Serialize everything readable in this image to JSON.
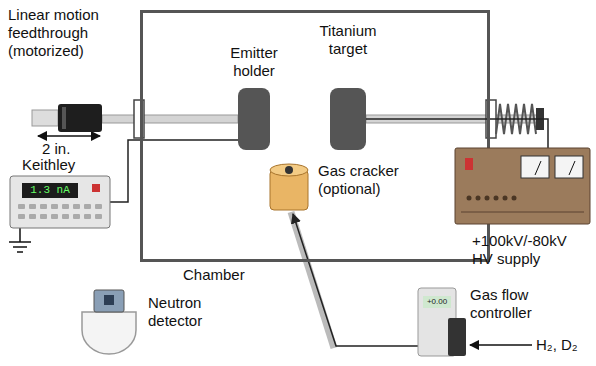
{
  "diagram": {
    "nodes": [
      {
        "text": [
          "Chamber"
        ]
      },
      {
        "text": [
          "Emitter holder"
        ],
        "in": 0
      },
      {
        "text": [
          "Titanium target"
        ],
        "in": 0
      },
      {
        "text": [
          "Gas cracker (optional)"
        ],
        "in": 0
      },
      {
        "text": [
          "Linear motion feedthrough (motorized)"
        ]
      },
      {
        "text": [
          "Keithley",
          "1.3 nA"
        ]
      },
      {
        "text": [
          "Neutron detector"
        ]
      },
      {
        "text": [
          "+100kV/-80kV HV supply"
        ]
      },
      {
        "text": [
          "Gas flow controller",
          "+0.00"
        ]
      }
    ],
    "edges": [
      {
        "from": 5,
        "to": 1,
        "arrow": "none"
      },
      {
        "from": 2,
        "to": 7,
        "arrow": "none"
      },
      {
        "from": 8,
        "to": 3,
        "arrow": "to"
      }
    ],
    "labels": [
      "2 in.",
      "H₂, D₂"
    ]
  }
}
